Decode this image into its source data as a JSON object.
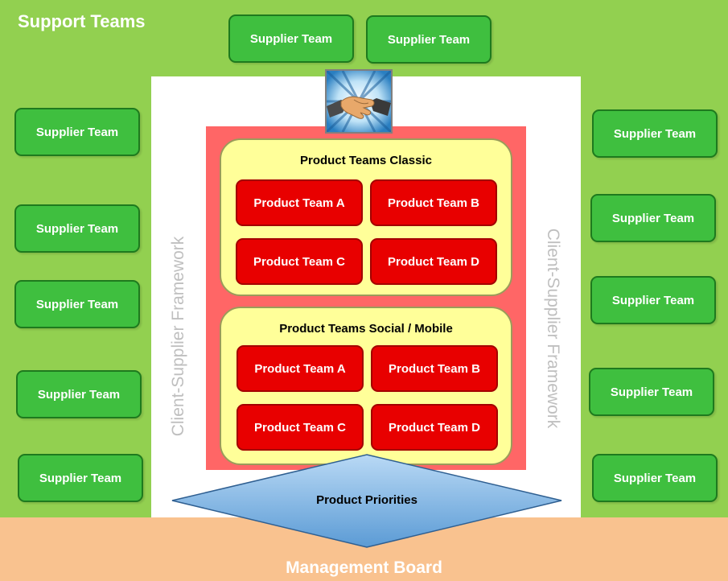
{
  "support": {
    "title": "Support Teams"
  },
  "suppliers": [
    {
      "label": "Supplier Team"
    },
    {
      "label": "Supplier Team"
    },
    {
      "label": "Supplier Team"
    },
    {
      "label": "Supplier Team"
    },
    {
      "label": "Supplier Team"
    },
    {
      "label": "Supplier Team"
    },
    {
      "label": "Supplier Team"
    },
    {
      "label": "Supplier Team"
    },
    {
      "label": "Supplier Team"
    },
    {
      "label": "Supplier Team"
    },
    {
      "label": "Supplier Team"
    },
    {
      "label": "Supplier Team"
    }
  ],
  "framework": {
    "left": "Client-Supplier Framework",
    "right": "Client-Supplier Framework"
  },
  "classic": {
    "title": "Product Teams Classic",
    "teams": [
      "Product Team A",
      "Product Team B",
      "Product Team C",
      "Product Team D"
    ]
  },
  "social": {
    "title": "Product Teams Social / Mobile",
    "teams": [
      "Product Team A",
      "Product Team B",
      "Product Team C",
      "Product Team D"
    ]
  },
  "priorities": {
    "label": "Product Priorities"
  },
  "management": {
    "label": "Management Board"
  },
  "icons": {
    "partnership": "handshake-icon"
  },
  "colors": {
    "support_bg": "#92d050",
    "supplier": "#3fbf3f",
    "product": "#e80000",
    "group_bg": "#ffff99",
    "red_frame": "#ff6666",
    "priorities": "#5b9bd5",
    "management": "#f9c28f"
  }
}
